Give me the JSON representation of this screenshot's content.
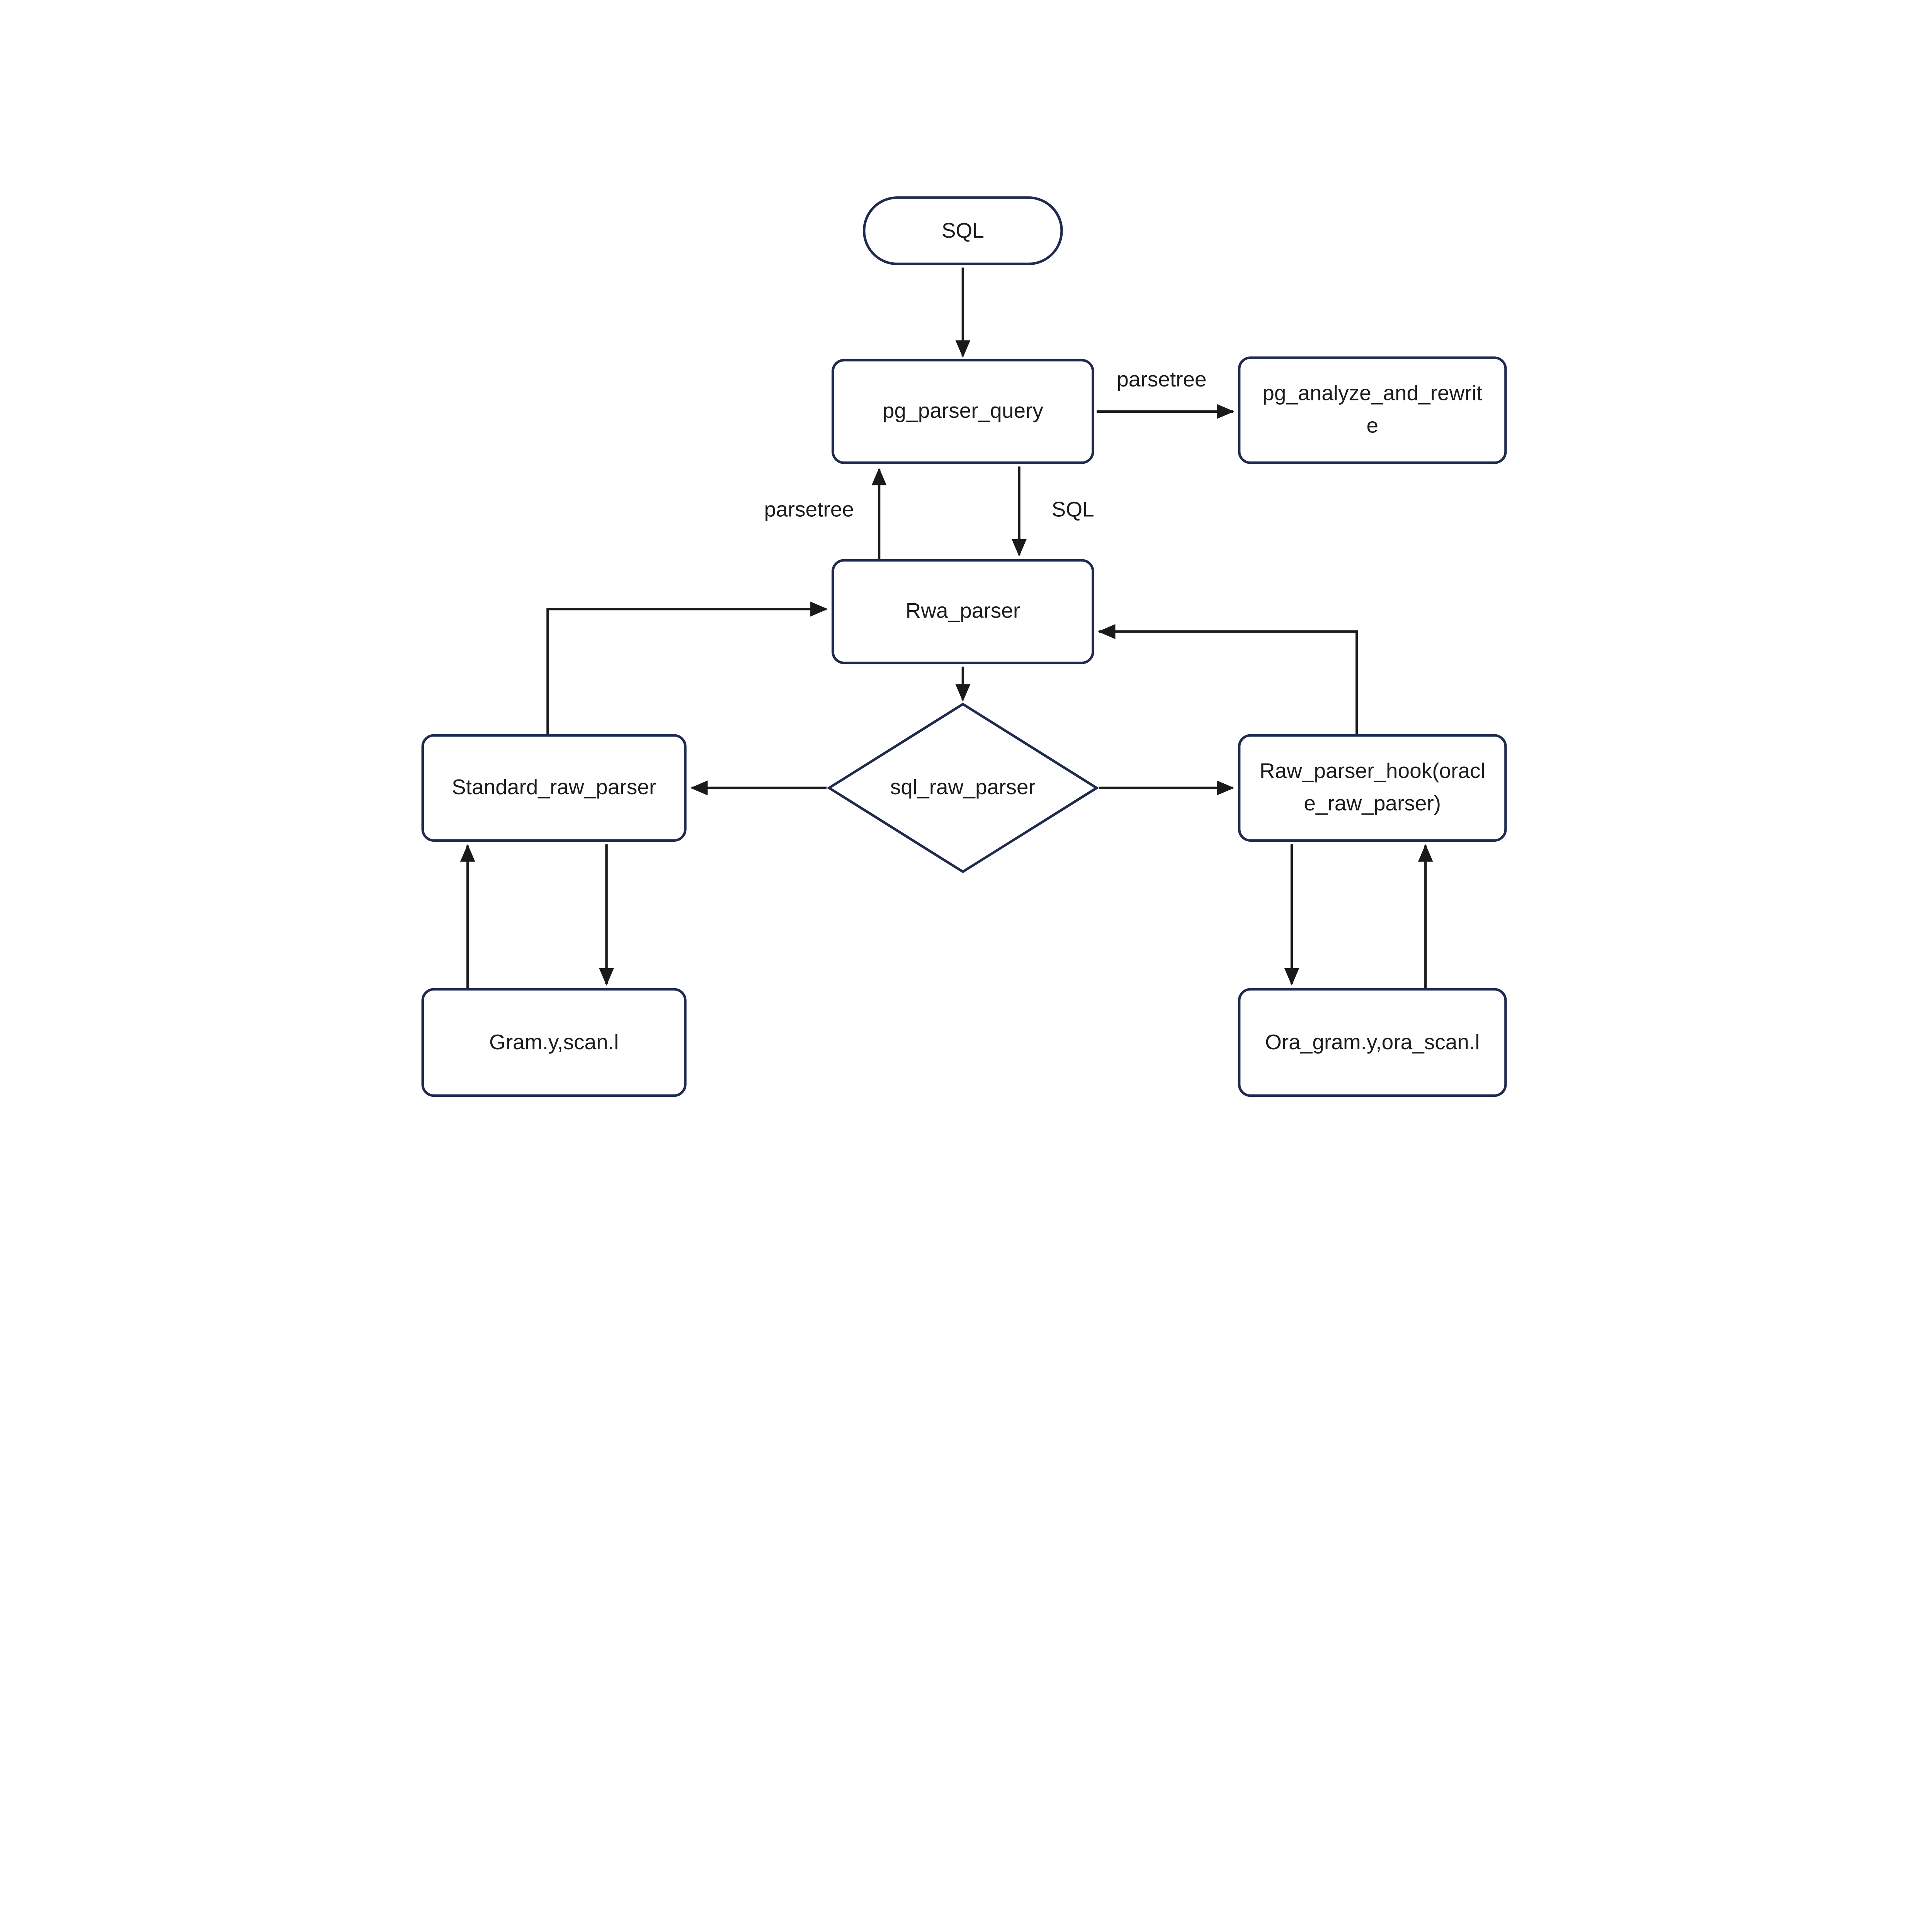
{
  "diagram": {
    "colors": {
      "background": "#ffffff",
      "node_border": "#1f2a4e",
      "connector": "#1a1a1a",
      "text": "#1c1c1c"
    },
    "nodes": {
      "sql": {
        "label": "SQL",
        "shape": "terminator"
      },
      "pg_parser_query": {
        "label": "pg_parser_query",
        "shape": "process"
      },
      "pg_analyze_and_rewrite": {
        "label": "pg_analyze_and_rewrite",
        "shape": "process"
      },
      "rwa_parser": {
        "label": "Rwa_parser",
        "shape": "process"
      },
      "sql_raw_parser": {
        "label": "sql_raw_parser",
        "shape": "decision"
      },
      "standard_raw_parser": {
        "label": "Standard_raw_parser",
        "shape": "process"
      },
      "raw_parser_hook": {
        "label": "Raw_parser_hook(oracle_raw_parser)",
        "shape": "process"
      },
      "gram_scan": {
        "label": "Gram.y,scan.l",
        "shape": "process"
      },
      "ora_gram_scan": {
        "label": "Ora_gram.y,ora_scan.l",
        "shape": "process"
      }
    },
    "edges": [
      {
        "from": "sql",
        "to": "pg_parser_query",
        "label": ""
      },
      {
        "from": "pg_parser_query",
        "to": "pg_analyze_and_rewrite",
        "label": "parsetree"
      },
      {
        "from": "rwa_parser",
        "to": "pg_parser_query",
        "label": "parsetree"
      },
      {
        "from": "pg_parser_query",
        "to": "rwa_parser",
        "label": "SQL"
      },
      {
        "from": "rwa_parser",
        "to": "sql_raw_parser",
        "label": ""
      },
      {
        "from": "sql_raw_parser",
        "to": "standard_raw_parser",
        "label": ""
      },
      {
        "from": "sql_raw_parser",
        "to": "raw_parser_hook",
        "label": ""
      },
      {
        "from": "standard_raw_parser",
        "to": "rwa_parser",
        "label": ""
      },
      {
        "from": "raw_parser_hook",
        "to": "rwa_parser",
        "label": ""
      },
      {
        "from": "gram_scan",
        "to": "standard_raw_parser",
        "label": ""
      },
      {
        "from": "standard_raw_parser",
        "to": "gram_scan",
        "label": ""
      },
      {
        "from": "raw_parser_hook",
        "to": "ora_gram_scan",
        "label": ""
      },
      {
        "from": "ora_gram_scan",
        "to": "raw_parser_hook",
        "label": ""
      }
    ]
  }
}
